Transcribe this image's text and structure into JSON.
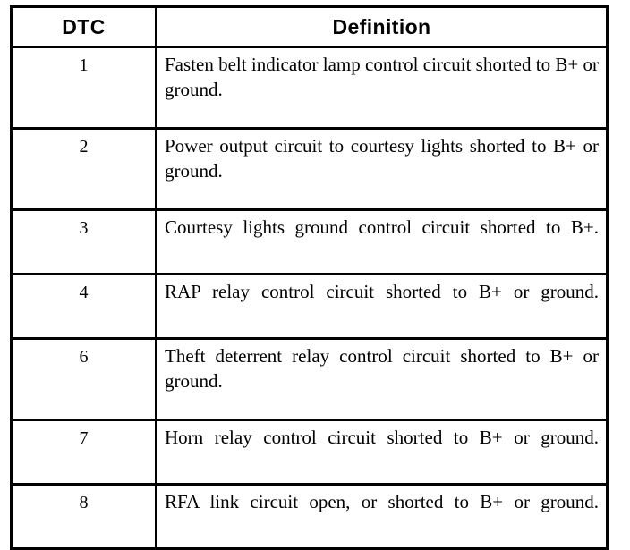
{
  "table": {
    "columns": [
      {
        "key": "dtc",
        "label": "DTC"
      },
      {
        "key": "definition",
        "label": "Definition"
      }
    ],
    "rows": [
      {
        "dtc": "1",
        "definition": "Fasten belt indicator lamp control circuit shorted to B+ or ground."
      },
      {
        "dtc": "2",
        "definition": "Power output circuit to courtesy lights shorted to B+ or ground."
      },
      {
        "dtc": "3",
        "definition": "Courtesy lights ground control circuit shorted to B+."
      },
      {
        "dtc": "4",
        "definition": "RAP relay control circuit shorted to B+ or ground."
      },
      {
        "dtc": "6",
        "definition": "Theft deterrent relay control circuit shorted to B+ or ground."
      },
      {
        "dtc": "7",
        "definition": "Horn relay control circuit shorted to B+ or ground."
      },
      {
        "dtc": "8",
        "definition": "RFA link circuit open, or shorted to B+ or ground."
      }
    ]
  },
  "style": {
    "border_color": "#000000",
    "text_color": "#000000",
    "background_color": "#ffffff"
  }
}
